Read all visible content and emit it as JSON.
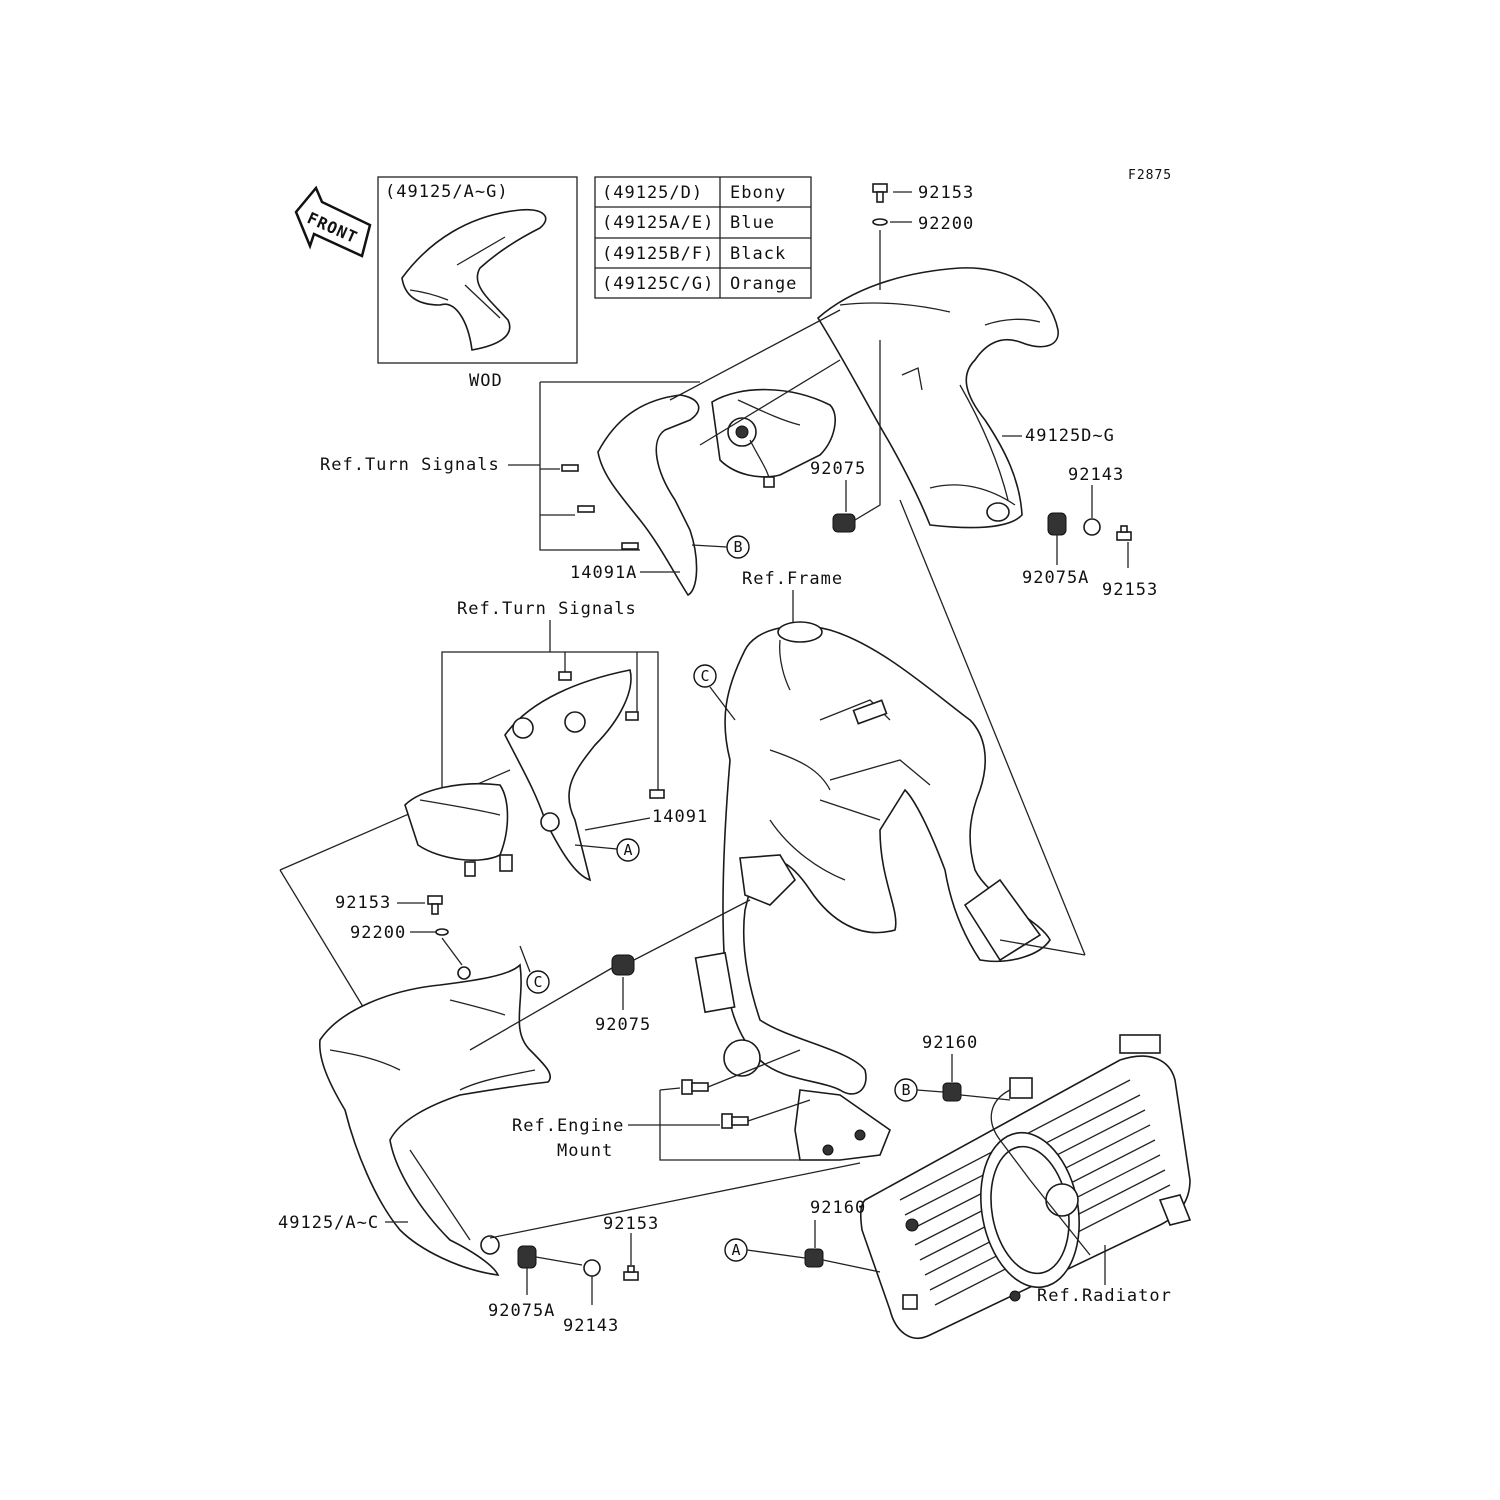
{
  "figure_code": "F2875",
  "front_label": "FRONT",
  "inset": {
    "title": "(49125/A~G)",
    "caption": "WOD"
  },
  "color_table": [
    {
      "code": "(49125/D)",
      "color": "Ebony"
    },
    {
      "code": "(49125A/E)",
      "color": "Blue"
    },
    {
      "code": "(49125B/F)",
      "color": "Black"
    },
    {
      "code": "(49125C/G)",
      "color": "Orange"
    }
  ],
  "labels": {
    "p92153_top": "92153",
    "p92200_top": "92200",
    "p49125DG": "49125D~G",
    "p92075_mid": "92075",
    "p92143_right": "92143",
    "p92075A_right": "92075A",
    "p92153_right": "92153",
    "ref_turn_signals_1": "Ref.Turn Signals",
    "p14091A": "14091A",
    "ref_frame": "Ref.Frame",
    "ref_turn_signals_2": "Ref.Turn Signals",
    "p14091": "14091",
    "p92153_left": "92153",
    "p92200_left": "92200",
    "p92075_left": "92075",
    "p92160_top": "92160",
    "ref_engine_mount_1": "Ref.Engine",
    "ref_engine_mount_2": "Mount",
    "p92160_bottom": "92160",
    "p49125AC": "49125/A~C",
    "p92153_bottom": "92153",
    "p92075A_bottom": "92075A",
    "p92143_bottom": "92143",
    "ref_radiator": "Ref.Radiator"
  },
  "callouts": {
    "A": "A",
    "B": "B",
    "C": "C"
  }
}
